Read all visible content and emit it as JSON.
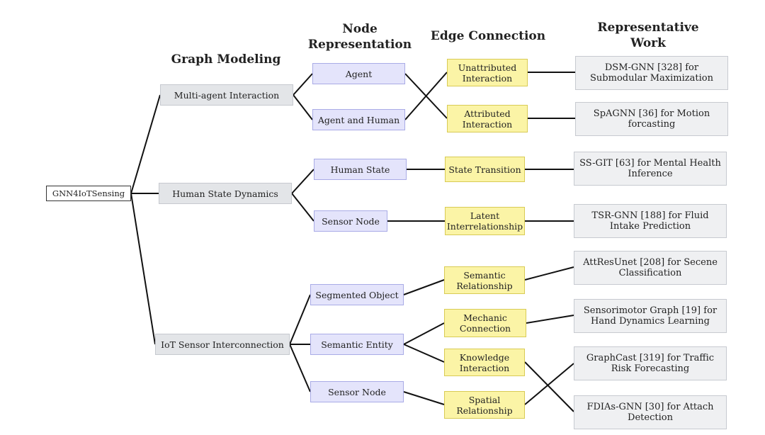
{
  "headers": {
    "graph_modeling": "Graph Modeling",
    "node_representation": "Node\nRepresentation",
    "edge_connection": "Edge Connection",
    "representative_work": "Representative\nWork"
  },
  "root": "GNN4IoTSensing",
  "graph_modeling": [
    "Multi-agent Interaction",
    "Human State Dynamics",
    "IoT Sensor Interconnection"
  ],
  "node_representation": [
    "Agent",
    "Agent and Human",
    "Human State",
    "Sensor Node",
    "Segmented Object",
    "Semantic Entity",
    "Sensor Node"
  ],
  "edge_connection": [
    "Unattributed\nInteraction",
    "Attributed\nInteraction",
    "State Transition",
    "Latent\nInterrelationship",
    "Semantic\nRelationship",
    "Mechanic\nConnection",
    "Knowledge\nInteraction",
    "Spatial\nRelationship"
  ],
  "representative_work": [
    "DSM-GNN [328] for\nSubmodular Maximization",
    "SpAGNN [36] for Motion\nforcasting",
    "SS-GIT [63] for Mental Health\nInference",
    "TSR-GNN [188] for Fluid\nIntake Prediction",
    "AttResUnet [208] for Secene\nClassification",
    "Sensorimotor Graph [19] for\nHand Dynamics Learning",
    "GraphCast [319] for Traffic\nRisk Forecasting",
    "FDIAs-GNN [30] for Attach\nDetection"
  ],
  "colors": {
    "root_fill": "#ffffff",
    "graph_modeling_fill": "#e3e5e8",
    "node_fill": "#e4e4fb",
    "edge_fill": "#fbf4a6",
    "work_fill": "#eff0f2",
    "line": "#111111"
  }
}
